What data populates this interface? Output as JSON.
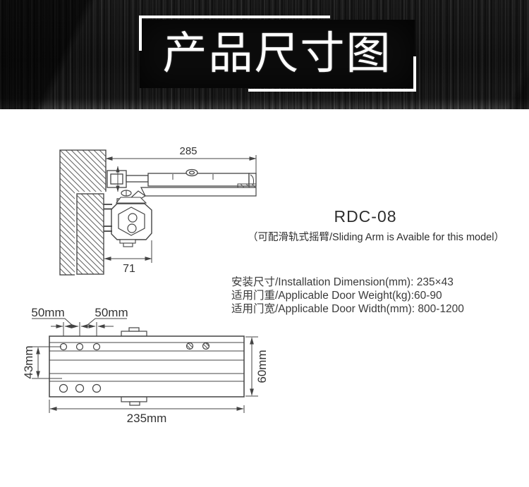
{
  "banner": {
    "title": "产品尺寸图",
    "bg_color": "#171717",
    "title_box_color": "#0c0c0c",
    "bracket_color": "#ffffff",
    "title_color": "#ffffff"
  },
  "model": {
    "name": "RDC-08",
    "note": "（可配滑轨式摇臂/Sliding Arm is Avaible for this model）"
  },
  "specs": {
    "lines": [
      "安装尺寸/Installation Dimension(mm): 235×43",
      "适用门重/Applicable Door Weight(kg):60-90",
      "适用门宽/Applicable Door Width(mm): 800-1200"
    ]
  },
  "side_view": {
    "arm_length_label": "285",
    "body_depth_label": "71"
  },
  "top_view": {
    "hole_spacing_labels": [
      "50mm",
      "50mm"
    ],
    "height_label": "43mm",
    "total_height_label": "60mm",
    "length_label": "235mm"
  },
  "drawing": {
    "line_color": "#444444",
    "hatch_color": "#606060",
    "label_color": "#333333",
    "background": "#ffffff"
  }
}
